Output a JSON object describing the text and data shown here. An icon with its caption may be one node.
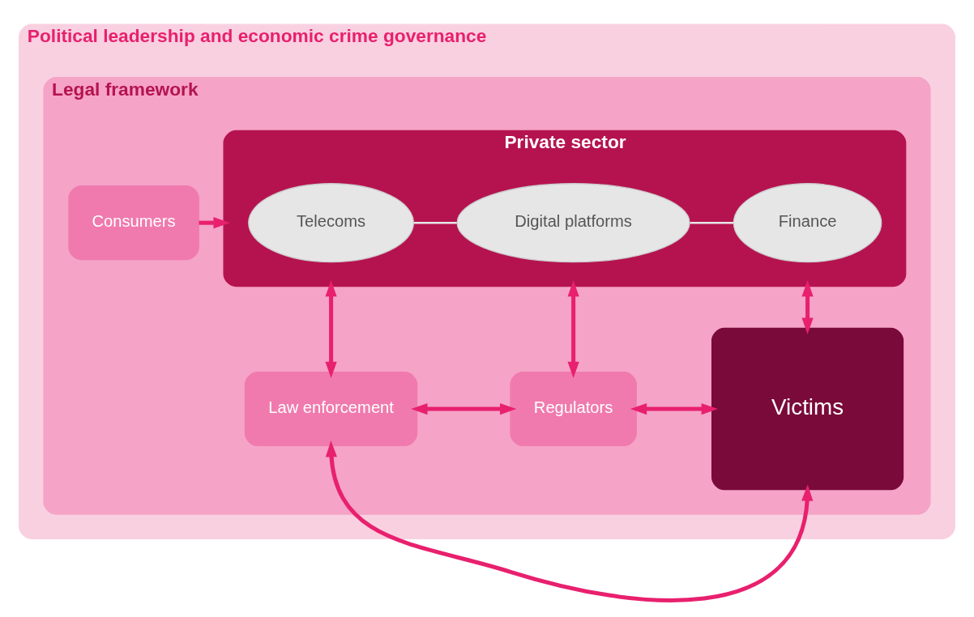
{
  "diagram": {
    "nodes": [
      {
        "text": [
          "Political leadership and economic crime governance"
        ]
      },
      {
        "text": [
          "Legal framework"
        ],
        "in": 0
      },
      {
        "text": [
          "Consumers"
        ],
        "in": 1
      },
      {
        "text": [
          "Private sector"
        ],
        "in": 1
      },
      {
        "text": [
          "Telecoms"
        ],
        "in": 3
      },
      {
        "text": [
          "Digital platforms"
        ],
        "in": 3
      },
      {
        "text": [
          "Finance"
        ],
        "in": 3
      },
      {
        "text": [
          "Law enforcement"
        ],
        "in": 1
      },
      {
        "text": [
          "Regulators"
        ],
        "in": 1
      },
      {
        "text": [
          "Victims"
        ],
        "in": 1
      }
    ],
    "edges": [
      {
        "from": 2,
        "to": 3,
        "arrow": "to"
      },
      {
        "from": 4,
        "to": 5,
        "arrow": "none",
        "color": "#e6e6e6"
      },
      {
        "from": 5,
        "to": 6,
        "arrow": "none",
        "color": "#e6e6e6"
      },
      {
        "from": 7,
        "to": 3,
        "arrow": "both"
      },
      {
        "from": 8,
        "to": 3,
        "arrow": "both"
      },
      {
        "from": 9,
        "to": 3,
        "arrow": "both"
      },
      {
        "from": 7,
        "to": 8,
        "arrow": "both"
      },
      {
        "from": 8,
        "to": 9,
        "arrow": "both"
      },
      {
        "from": 7,
        "to": 9,
        "arrow": "both"
      }
    ]
  }
}
